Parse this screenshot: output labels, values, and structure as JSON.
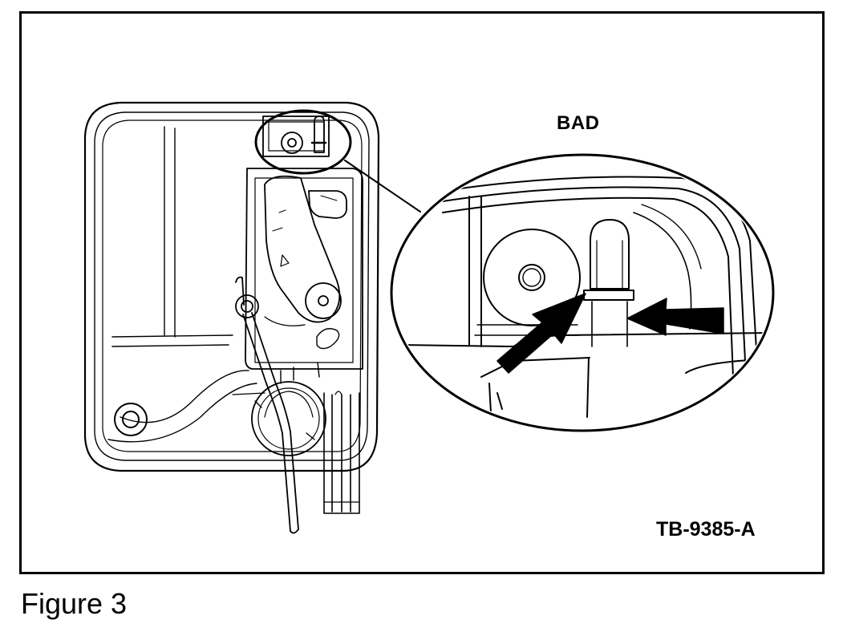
{
  "figure": {
    "status_label": "BAD",
    "reference_code": "TB-9385-A",
    "caption": "Figure 3"
  },
  "colors": {
    "line": "#000000",
    "background": "#ffffff"
  }
}
